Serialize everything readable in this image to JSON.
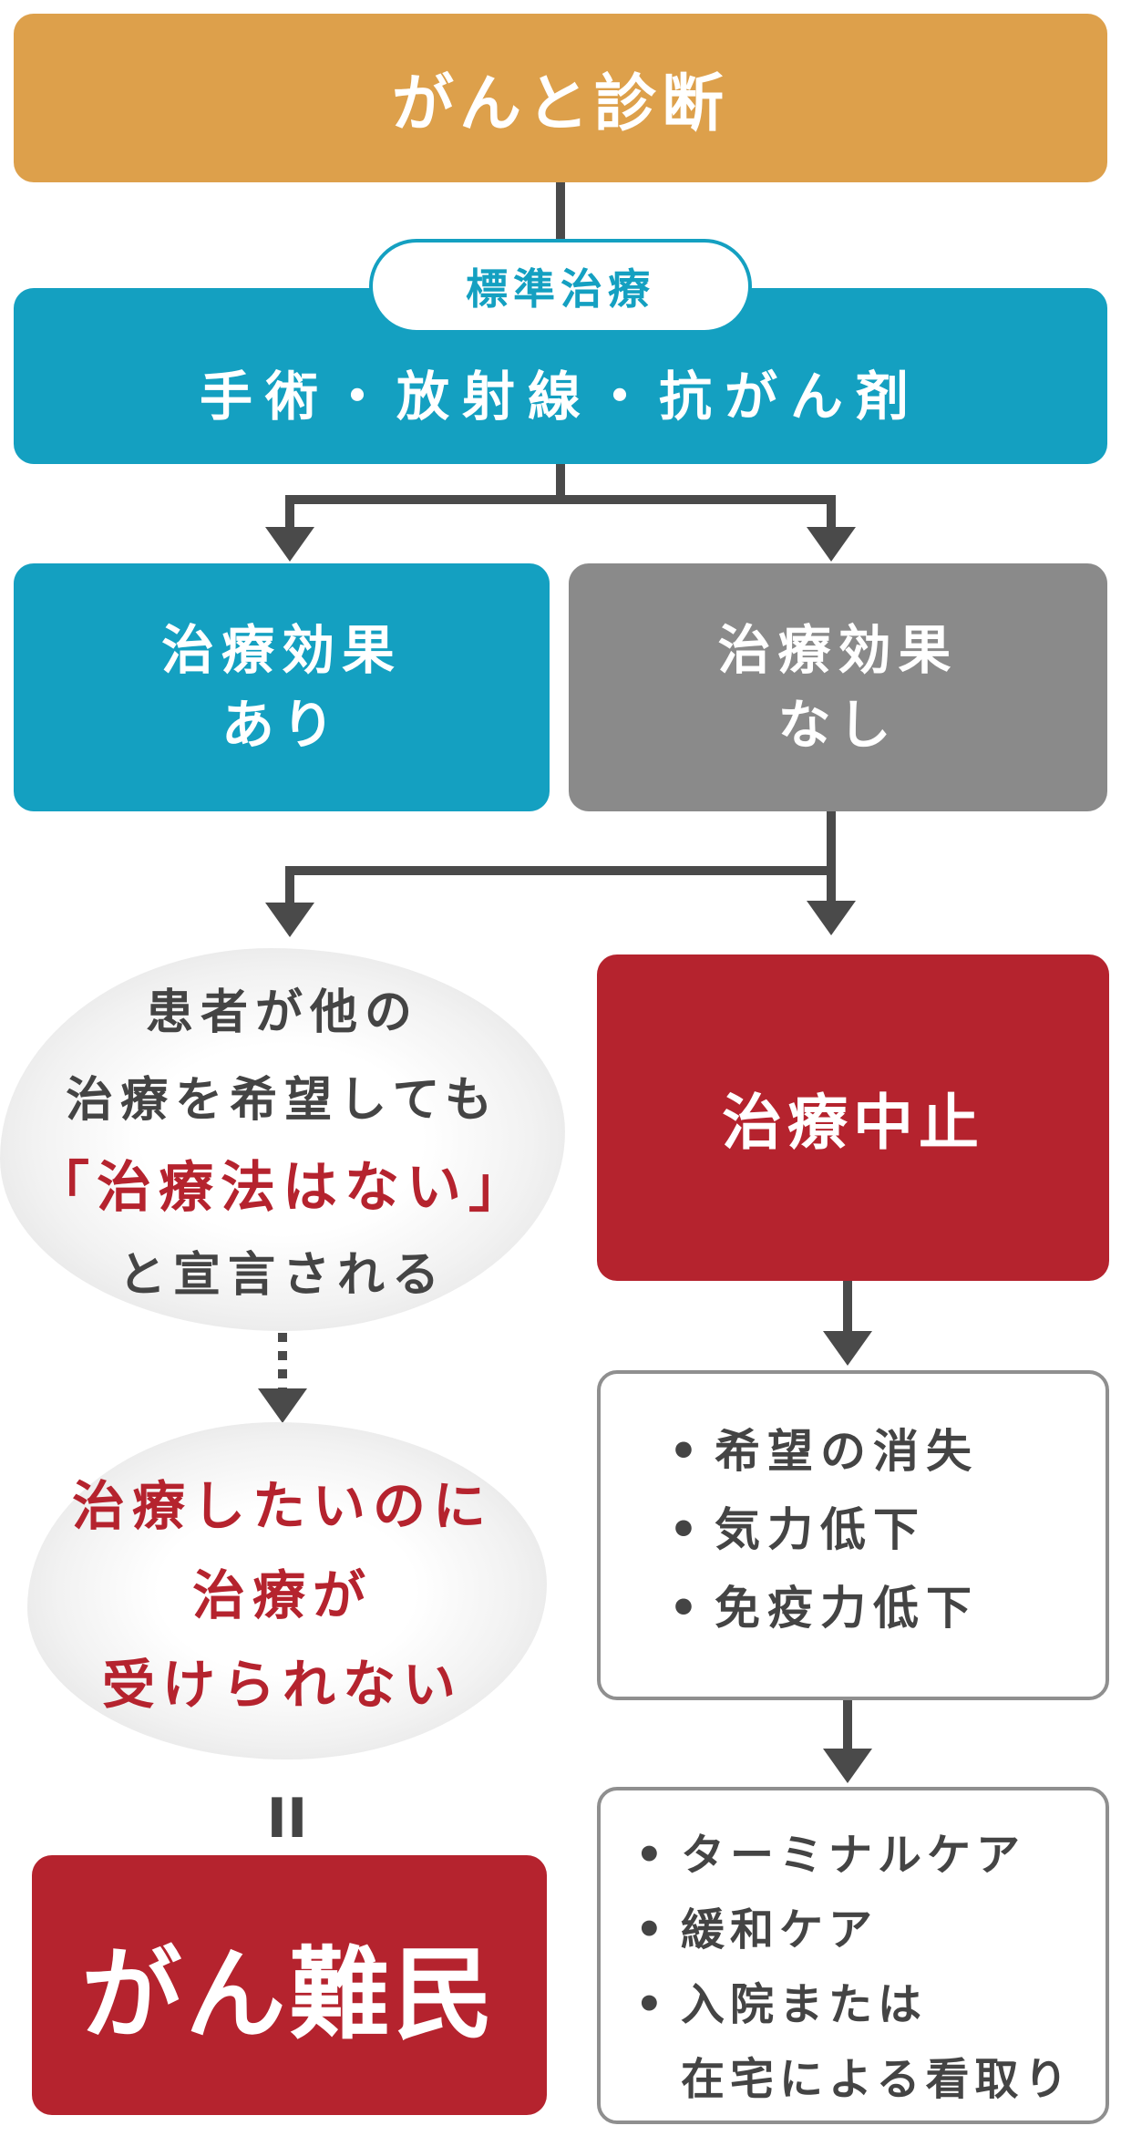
{
  "title": "がんと診断",
  "standard": {
    "pill": "標準治療",
    "text": "手術・放射線・抗がん剤"
  },
  "effect_yes": {
    "line1": "治療効果",
    "line2": "あり"
  },
  "effect_no": {
    "line1": "治療効果",
    "line2": "なし"
  },
  "message1": {
    "line1": "患者が他の",
    "line2": "治療を希望しても",
    "line3": "「治療法はない」",
    "line4": "と宣言される"
  },
  "message2": {
    "line1": "治療したいのに",
    "line2": "治療が",
    "line3": "受けられない"
  },
  "equals": "II",
  "refugee": "がん難民",
  "stop": "治療中止",
  "effects_list": [
    "希望の消失",
    "気力低下",
    "免疫力低下"
  ],
  "care_list": [
    "ターミナルケア",
    "緩和ケア",
    "入院または",
    "在宅による看取り"
  ],
  "colors": {
    "title": "#DDA04B",
    "standard": "#14A0C1",
    "no_effect": "#8A8A8A",
    "alert": "#B5232E",
    "connector": "#4A4A4A"
  }
}
